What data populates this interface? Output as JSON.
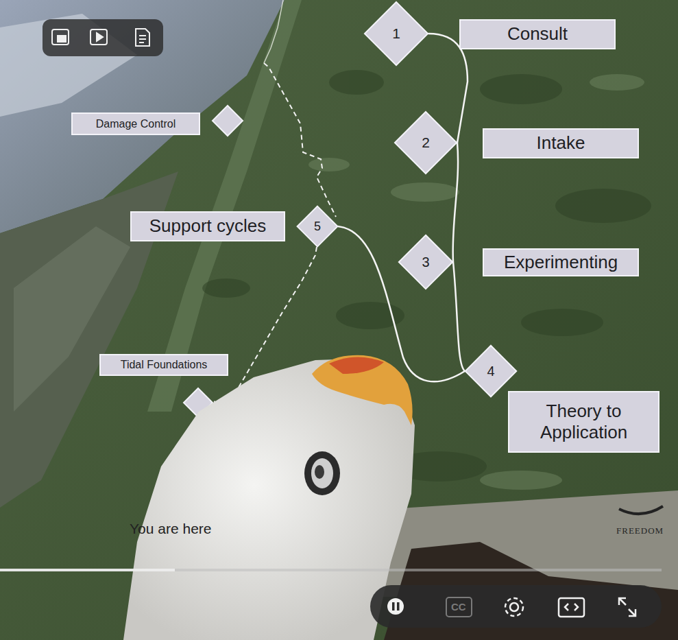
{
  "diagram": {
    "nodes": [
      {
        "text": [
          "1"
        ]
      },
      {
        "text": [
          "Consult"
        ]
      },
      {
        "text": [
          "Damage Control"
        ]
      },
      {
        "text": [
          "2"
        ]
      },
      {
        "text": [
          "Intake"
        ]
      },
      {
        "text": [
          "Support cycles"
        ]
      },
      {
        "text": [
          "5"
        ]
      },
      {
        "text": [
          "3"
        ]
      },
      {
        "text": [
          "Experimenting"
        ]
      },
      {
        "text": [
          "Tidal Foundations"
        ]
      },
      {
        "text": [
          "4"
        ]
      },
      {
        "text": [
          "Theory to Application"
        ]
      }
    ],
    "edges": [
      {
        "from": 0,
        "to": 3,
        "arrow": "none"
      },
      {
        "from": 3,
        "to": 7,
        "arrow": "none"
      },
      {
        "from": 7,
        "to": 10,
        "arrow": "none"
      },
      {
        "from": 10,
        "to": 6,
        "arrow": "none"
      }
    ],
    "labels": [
      "You are here",
      "FREEDOM",
      "CC"
    ]
  }
}
